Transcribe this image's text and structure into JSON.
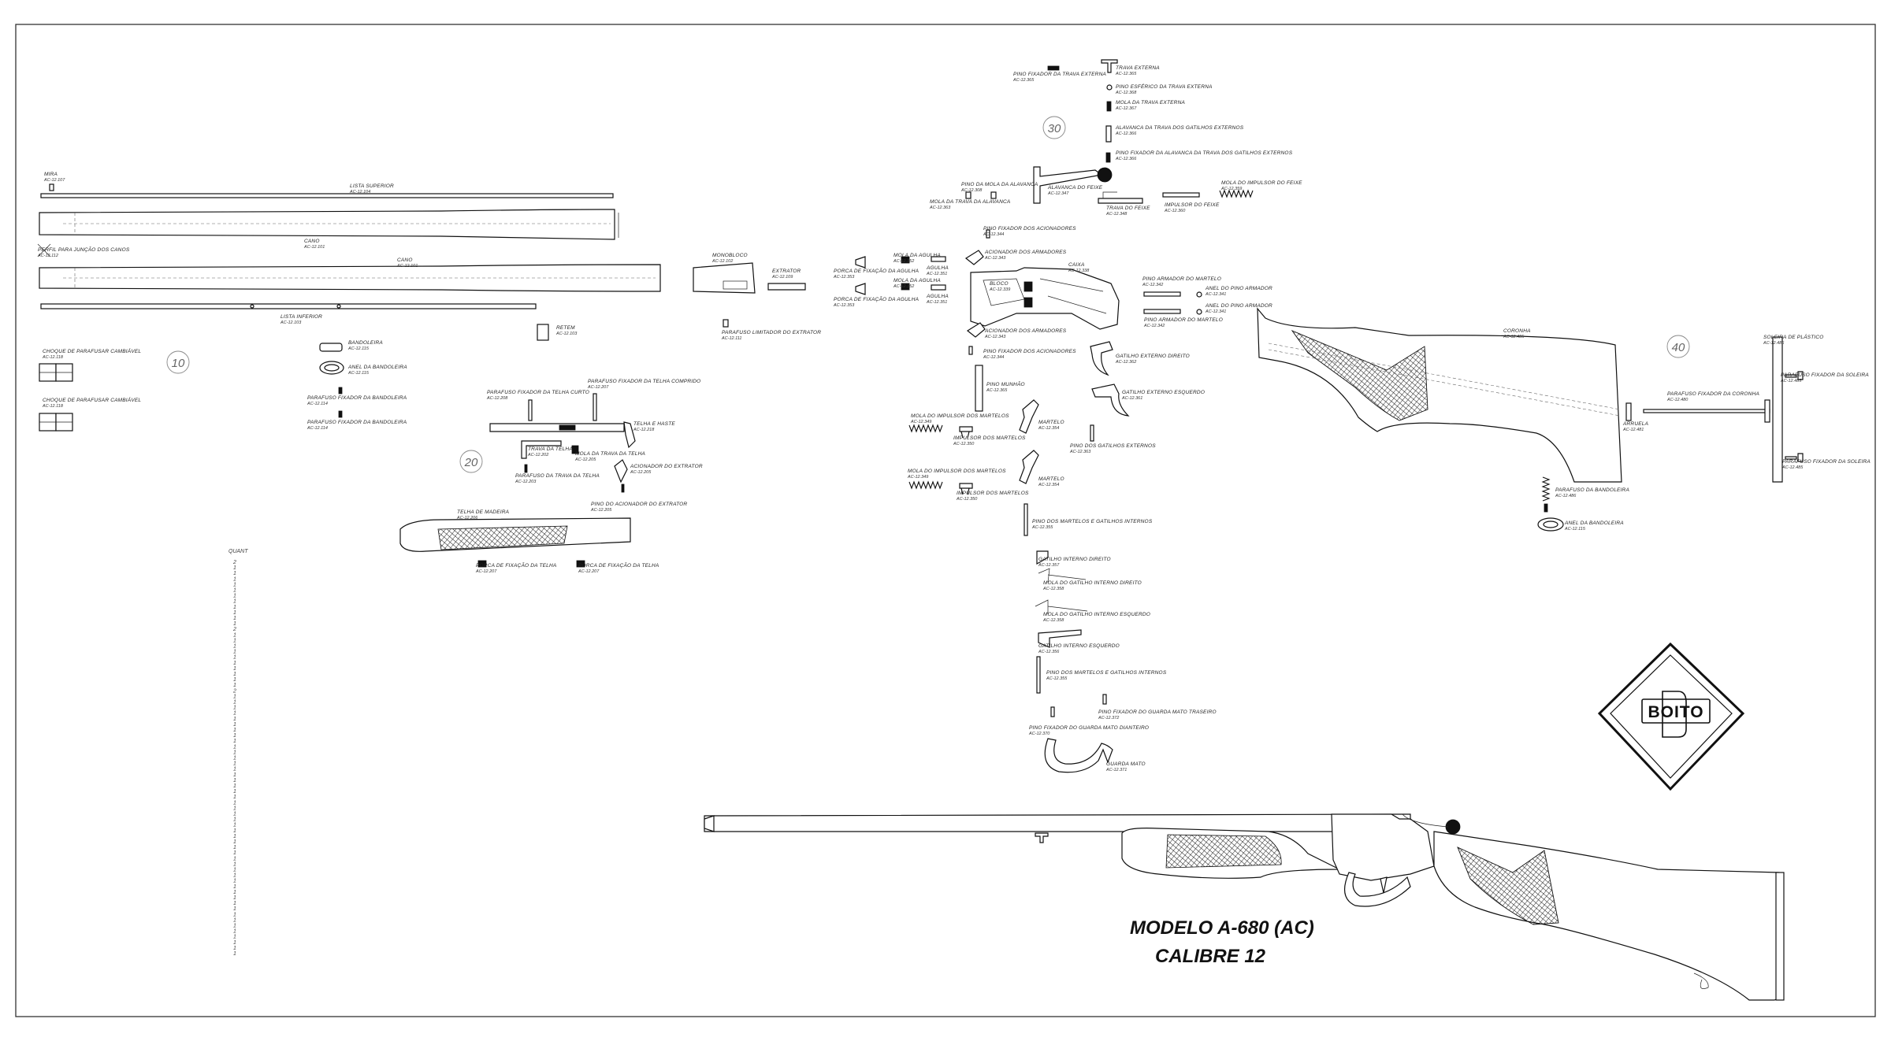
{
  "title": {
    "model": "MODELO A-680 (AC)",
    "caliber": "CALIBRE 12"
  },
  "logo": {
    "text": "BOITO"
  },
  "sections": [
    "10",
    "20",
    "30",
    "40"
  ],
  "quantity_header": "QUANT",
  "labels": {
    "mira": [
      "MIRA",
      "AC-12.107"
    ],
    "lista_superior": [
      "LISTA SUPERIOR",
      "AC-12.104"
    ],
    "perfil": [
      "PERFIL PARA JUNÇÃO DOS CANOS",
      "AC-12.112"
    ],
    "cano1": [
      "CANO",
      "AC-12.101"
    ],
    "cano2": [
      "CANO",
      "AC-12.101"
    ],
    "lista_inferior": [
      "LISTA INFERIOR",
      "AC-12.103"
    ],
    "retem": [
      "RETEM",
      "AC-12.103"
    ],
    "choque1": [
      "CHOQUE DE PARAFUSAR CAMBIÁVEL",
      "AC-12.118"
    ],
    "choque2": [
      "CHOQUE DE PARAFUSAR CAMBIÁVEL",
      "AC-12.118"
    ],
    "bandoleira_a": [
      "BANDOLEIRA",
      "AC-12.115"
    ],
    "anel_bandoleira_a": [
      "ANEL DA BANDOLEIRA",
      "AC-12.115"
    ],
    "paraf_band1": [
      "PARAFUSO FIXADOR DA BANDOLEIRA",
      "AC-12.114"
    ],
    "paraf_band2": [
      "PARAFUSO FIXADOR DA BANDOLEIRA",
      "AC-12.114"
    ],
    "monobloco": [
      "MONOBLOCO",
      "AC-12.102"
    ],
    "extrator": [
      "EXTRATOR",
      "AC-12.109"
    ],
    "paraf_limitador": [
      "PARAFUSO LIMITADOR DO EXTRATOR",
      "AC-12.111"
    ],
    "paraf_telha_curto": [
      "PARAFUSO FIXADOR DA TELHA CURTO",
      "AC-12.208"
    ],
    "paraf_telha_comprido": [
      "PARAFUSO FIXADOR DA TELHA COMPRIDO",
      "AC-12.207"
    ],
    "telha_haste": [
      "TELHA E HASTE",
      "AC-12.218"
    ],
    "trava_telha": [
      "TRAVA DA TELHA",
      "AC-12.202"
    ],
    "mola_trava_telha": [
      "MOLA DA TRAVA DA TELHA",
      "AC-12.205"
    ],
    "acionador_extrator": [
      "ACIONADOR DO EXTRATOR",
      "AC-12.205"
    ],
    "paraf_trava_telha": [
      "PARAFUSO DA TRAVA DA TELHA",
      "AC-12.203"
    ],
    "pino_acionador_extrator": [
      "PINO DO ACIONADOR DO EXTRATOR",
      "AC-12.205"
    ],
    "telha_madeira": [
      "TELHA DE MADEIRA",
      "AC-12.206"
    ],
    "porca_telha1": [
      "PORCA DE FIXAÇÃO DA TELHA",
      "AC-12.207"
    ],
    "porca_telha2": [
      "PORCA DE FIXAÇÃO DA TELHA",
      "AC-12.207"
    ],
    "pino_trava_ext": [
      "PINO FIXADOR DA TRAVA EXTERNA",
      "AC-12.365"
    ],
    "trava_externa": [
      "TRAVA EXTERNA",
      "AC-12.365"
    ],
    "pino_esferico": [
      "PINO ESFÉRICO DA TRAVA EXTERNA",
      "AC-12.368"
    ],
    "mola_trava_ext": [
      "MOLA DA TRAVA EXTERNA",
      "AC-12.367"
    ],
    "alavanca_trava": [
      "ALAVANCA DA TRAVA DOS GATILHOS EXTERNOS",
      "AC-12.366"
    ],
    "pino_alavanca_trava": [
      "PINO FIXADOR DA ALAVANCA DA TRAVA DOS GATILHOS EXTERNOS",
      "AC-12.366"
    ],
    "pino_mola_alavanca": [
      "PINO DA MOLA DA ALAVANCA",
      "AC-12.308"
    ],
    "alavanca_feixe": [
      "ALAVANCA DO FEIXE",
      "AC-12.347"
    ],
    "mola_trava_alavanca": [
      "MOLA DA TRAVA DA ALAVANCA",
      "AC-12.363"
    ],
    "trava_feixe": [
      "TRAVA DO FEIXE",
      "AC-12.348"
    ],
    "impulsor_feixe": [
      "IMPULSOR DO FEIXE",
      "AC-12.360"
    ],
    "mola_impulsor_feixe": [
      "MOLA DO IMPULSOR DO FEIXE",
      "AC-12.359"
    ],
    "pino_fix_acionadores": [
      "PINO FIXADOR DOS ACIONADORES",
      "AC-12.344"
    ],
    "acionador_armadores1": [
      "ACIONADOR DOS ARMADORES",
      "AC-12.343"
    ],
    "mola_agulha1": [
      "MOLA DA AGULHA",
      "AC-12.352"
    ],
    "agulha1": [
      "AGULHA",
      "AC-12.351"
    ],
    "porca_agulha1": [
      "PORCA DE FIXAÇÃO DA AGULHA",
      "AC-12.353"
    ],
    "mola_agulha2": [
      "MOLA DA AGULHA",
      "AC-12.352"
    ],
    "agulha2": [
      "AGULHA",
      "AC-12.351"
    ],
    "porca_agulha2": [
      "PORCA DE FIXAÇÃO DA AGULHA",
      "AC-12.353"
    ],
    "caixa": [
      "CAIXA",
      "AC-12.338"
    ],
    "bloco": [
      "BLOCO",
      "AC-12.339"
    ],
    "pino_armador1": [
      "PINO ARMADOR DO MARTELO",
      "AC-12.342"
    ],
    "anel_pino_armador1": [
      "ANEL DO PINO ARMADOR",
      "AC-12.341"
    ],
    "pino_armador2": [
      "PINO ARMADOR DO MARTELO",
      "AC-12.342"
    ],
    "anel_pino_armador2": [
      "ANEL DO PINO ARMADOR",
      "AC-12.341"
    ],
    "acionador_armadores2": [
      "ACIONADOR DOS ARMADORES",
      "AC-12.343"
    ],
    "pino_fix_acionadores2": [
      "PINO FIXADOR DOS ACIONADORES",
      "AC-12.344"
    ],
    "gatilho_ext_direito": [
      "GATILHO EXTERNO DIREITO",
      "AC-12.362"
    ],
    "gatilho_ext_esquerdo": [
      "GATILHO EXTERNO ESQUERDO",
      "AC-12.361"
    ],
    "pino_munhao": [
      "PINO MUNHÃO",
      "AC-12.365"
    ],
    "mola_impulsor_martelo1": [
      "MOLA DO IMPULSOR DOS MARTELOS",
      "AC-12.349"
    ],
    "impulsor_martelo1": [
      "IMPULSOR DOS MARTELOS",
      "AC-12.350"
    ],
    "martelo1": [
      "MARTELO",
      "AC-12.354"
    ],
    "pino_gatilhos_ext": [
      "PINO DOS GATILHOS EXTERNOS",
      "AC-12.363"
    ],
    "mola_impulsor_martelo2": [
      "MOLA DO IMPULSOR DOS MARTELOS",
      "AC-12.349"
    ],
    "impulsor_martelo2": [
      "IMPULSOR DOS MARTELOS",
      "AC-12.350"
    ],
    "martelo2": [
      "MARTELO",
      "AC-12.354"
    ],
    "pino_martelos_gat1": [
      "PINO DOS MARTELOS E GATILHOS INTERNOS",
      "AC-12.355"
    ],
    "gatilho_int_direito": [
      "GATILHO INTERNO DIREITO",
      "AC-12.357"
    ],
    "mola_gat_int_direito": [
      "MOLA DO GATILHO INTERNO DIREITO",
      "AC-12.358"
    ],
    "mola_gat_int_esquerdo": [
      "MOLA DO GATILHO INTERNO ESQUERDO",
      "AC-12.358"
    ],
    "gatilho_int_esquerdo": [
      "GATILHO INTERNO ESQUERDO",
      "AC-12.356"
    ],
    "pino_martelos_gat2": [
      "PINO DOS MARTELOS E GATILHOS INTERNOS",
      "AC-12.355"
    ],
    "pino_guarda_traseiro": [
      "PINO FIXADOR DO GUARDA MATO TRASEIRO",
      "AC-12.372"
    ],
    "pino_guarda_dianteiro": [
      "PINO FIXADOR DO GUARDA MATO DIANTEIRO",
      "AC-12.370"
    ],
    "guarda_mato": [
      "GUARDA MATO",
      "AC-12.371"
    ],
    "coronha": [
      "CORONHA",
      "AC-12.485"
    ],
    "soleira": [
      "SOLEIRA DE PLÁSTICO",
      "AC-12.486"
    ],
    "paraf_soleira1": [
      "PARAFUSO FIXADOR DA SOLEIRA",
      "AC-12.485"
    ],
    "paraf_coronha": [
      "PARAFUSO FIXADOR DA CORONHA",
      "AC-12.480"
    ],
    "arruela": [
      "ARRUELA",
      "AC-12.481"
    ],
    "paraf_soleira2": [
      "PARAFUSO FIXADOR DA SOLEIRA",
      "AC-12.485"
    ],
    "paraf_bandoleira_b": [
      "PARAFUSO DA BANDOLEIRA",
      "AC-12.486"
    ],
    "anel_bandoleira_b": [
      "ANEL DA BANDOLEIRA",
      "AC-12.115"
    ]
  },
  "quantities": [
    "2",
    "1",
    "1",
    "1",
    "1",
    "1",
    "1",
    "1",
    "1",
    "1",
    "1",
    "1",
    "2",
    "1",
    "1",
    "1",
    "1",
    "1",
    "1",
    "1",
    "1",
    "1",
    "1",
    "2",
    "1",
    "1",
    "1",
    "1",
    "1",
    "1",
    "1",
    "1",
    "1",
    "1",
    "1",
    "1",
    "1",
    "1",
    "1",
    "1",
    "1",
    "1",
    "1",
    "1",
    "1",
    "1",
    "1",
    "1",
    "1",
    "1",
    "1",
    "1",
    "1",
    "1",
    "1",
    "1",
    "1",
    "1",
    "1",
    "1",
    "1",
    "1",
    "1",
    "1",
    "1",
    "1",
    "1",
    "1",
    "1",
    "1",
    "1"
  ]
}
